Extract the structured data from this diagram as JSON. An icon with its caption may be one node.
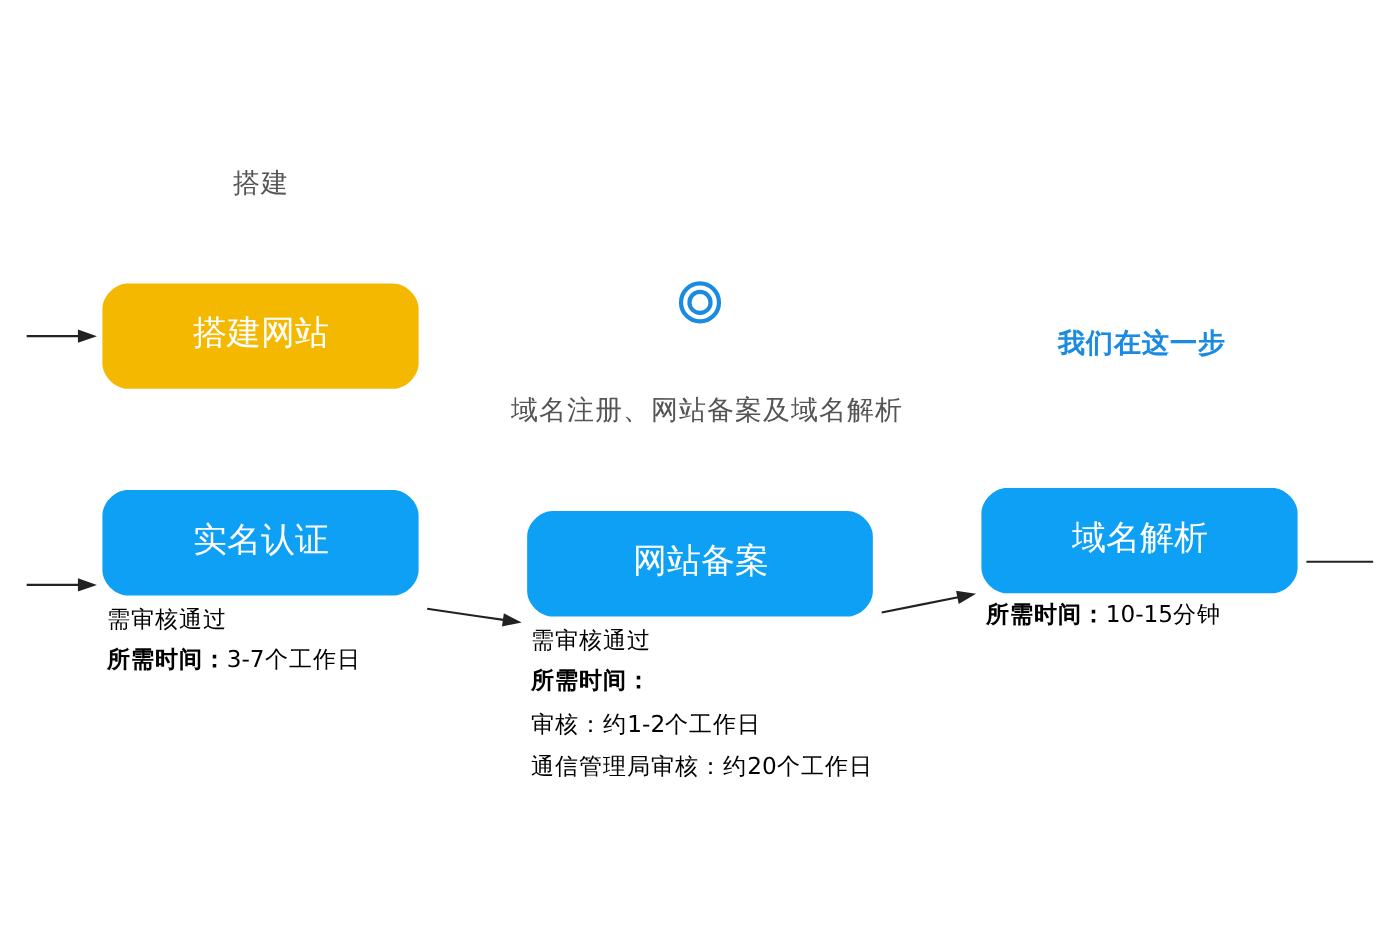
{
  "diagram": {
    "nodes": [
      {
        "text": [
          "搭建网站"
        ]
      },
      {
        "text": [],
        "shape": "circle"
      },
      {
        "text": [
          "实名认证"
        ],
        "beside": [
          "需审核通过",
          "**所需时间：**3-7个工作日"
        ]
      },
      {
        "text": [
          "网站备案"
        ],
        "beside": [
          "需审核通过",
          "**所需时间：**",
          "审核：约1-2个工作日",
          "通信管理局审核：约20个工作日"
        ]
      },
      {
        "text": [
          "域名解析"
        ],
        "beside": [
          "**所需时间：**10-15分钟"
        ]
      }
    ],
    "edges": [
      {
        "from": null,
        "to": 0,
        "arrow": "to"
      },
      {
        "from": null,
        "to": 2,
        "arrow": "to"
      },
      {
        "from": 2,
        "to": 3,
        "arrow": "to"
      },
      {
        "from": 3,
        "to": 4,
        "arrow": "to"
      },
      {
        "from": 4,
        "to": null,
        "arrow": "none"
      }
    ],
    "labels": [
      "搭建",
      "我们在这一步",
      "域名注册、网站备案及域名解析"
    ]
  }
}
